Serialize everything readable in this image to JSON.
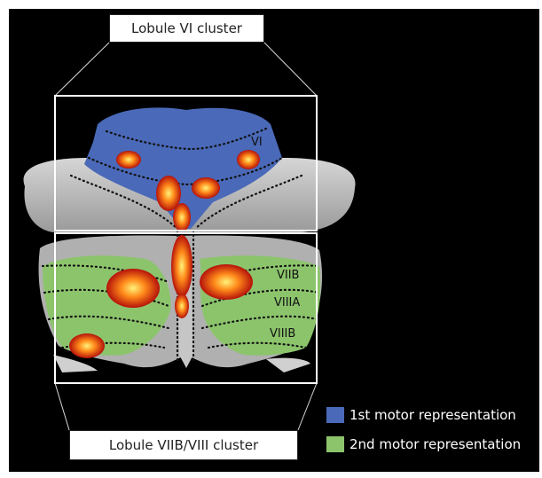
{
  "labels": {
    "top_cluster": "Lobule VI cluster",
    "bottom_cluster": "Lobule VIIB/VIII cluster"
  },
  "regions": {
    "vi": "VI",
    "viib": "VIIB",
    "viiia": "VIIIA",
    "viiib": "VIIIB"
  },
  "legend": [
    {
      "label": "1st motor representation",
      "color": "#4a69b8"
    },
    {
      "label": "2nd motor representation",
      "color": "#8cc46c"
    }
  ],
  "colors": {
    "background": "#000000",
    "frame": "#ffffff",
    "cerebellum": "#b9b9b9",
    "activation_core": "#ffe14a",
    "activation_edge": "#c41a0a"
  }
}
